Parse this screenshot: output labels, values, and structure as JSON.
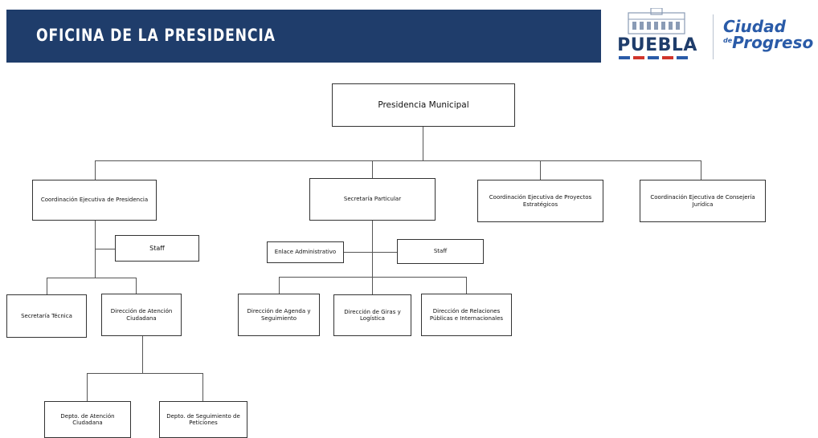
{
  "header": {
    "title": "OFICINA DE LA PRESIDENCIA",
    "logo_text": "PUEBLA",
    "slogan_line1": "Ciudad",
    "slogan_prefix": "de",
    "slogan_line2": "Progreso"
  },
  "org_chart": {
    "root": "Presidencia Municipal",
    "coordinacion_presidencia": "Coordinación Ejecutiva de Presidencia",
    "staff_coordinacion": "Staff",
    "secretaria_tecnica": "Secretaría Técnica",
    "atencion_ciudadana": "Dirección de Atención Ciudadana",
    "depto_atencion": "Depto. de Atención Ciudadana",
    "depto_seguimiento": "Depto. de Seguimiento de Peticiones",
    "secretaria_particular": "Secretaría Particular",
    "enlace_administrativo": "Enlace Administrativo",
    "staff_secretaria": "Staff",
    "agenda_seguimiento": "Dirección de Agenda y Seguimiento",
    "giras_logistica": "Dirección de Giras y Logística",
    "relaciones_publicas": "Dirección de Relaciones Públicas e Internacionales",
    "proyectos_estrategicos": "Coordinación Ejecutiva de Proyectos Estratégicos",
    "consejeria_juridica": "Coordinación Ejecutiva de Consejería Jurídica"
  }
}
